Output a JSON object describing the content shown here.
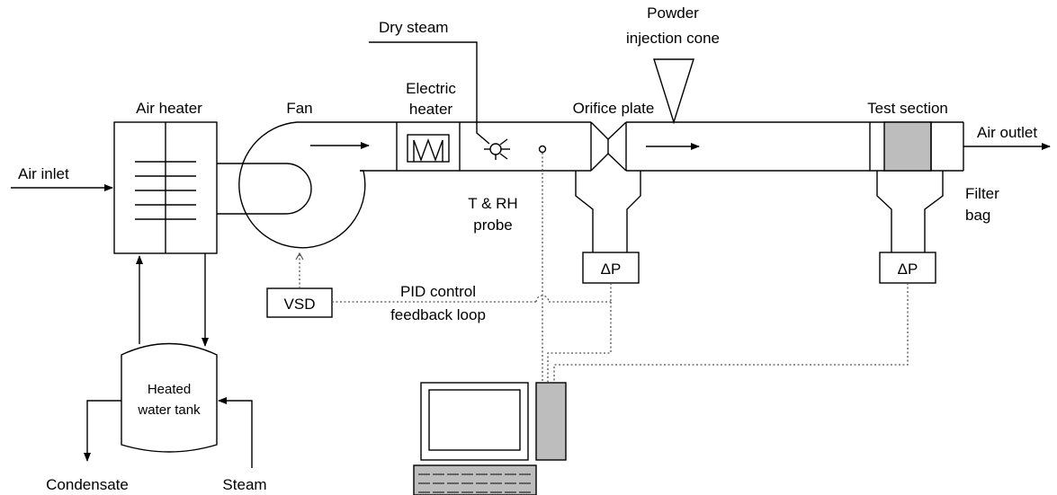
{
  "labels": {
    "dry_steam": "Dry steam",
    "powder_1": "Powder",
    "powder_2": "injection cone",
    "electric_1": "Electric",
    "electric_2": "heater",
    "air_heater": "Air heater",
    "fan": "Fan",
    "orifice": "Orifice plate",
    "test_section": "Test section",
    "air_outlet": "Air outlet",
    "air_inlet": "Air inlet",
    "filter_1": "Filter",
    "filter_2": "bag",
    "trh_1": "T & RH",
    "trh_2": "probe",
    "dp1": "ΔP",
    "dp2": "ΔP",
    "vsd": "VSD",
    "pid_1": "PID control",
    "pid_2": "feedback loop",
    "tank_1": "Heated",
    "tank_2": "water tank",
    "condensate": "Condensate",
    "steam": "Steam"
  }
}
